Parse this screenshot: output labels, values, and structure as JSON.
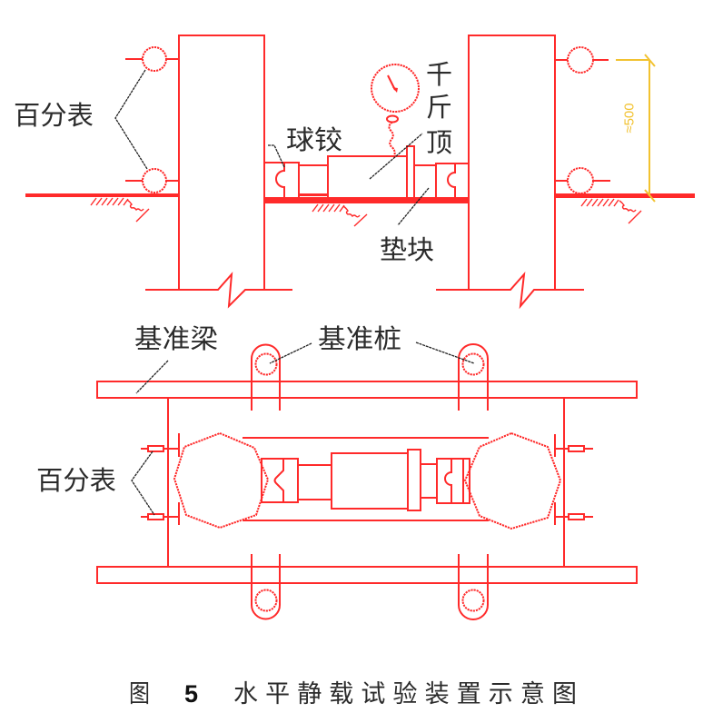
{
  "figure": {
    "caption": {
      "prefix": "图",
      "number": "5",
      "title": "水平静载试验装置示意图"
    },
    "colors": {
      "structure": "#ff2a2a",
      "leader": "#222222",
      "dimension": "#f2c230",
      "text": "#2b2b2b"
    }
  },
  "elevation_view": {
    "labels": {
      "dial_gauge": "百分表",
      "ball_hinge": "球铰",
      "jack": [
        "千",
        "斤",
        "顶"
      ],
      "pad_block": "垫块"
    },
    "dimension_label": "≈500"
  },
  "plan_view": {
    "labels": {
      "reference_beam": "基准梁",
      "reference_pile": "基准桩",
      "dial_gauge": "百分表"
    }
  }
}
